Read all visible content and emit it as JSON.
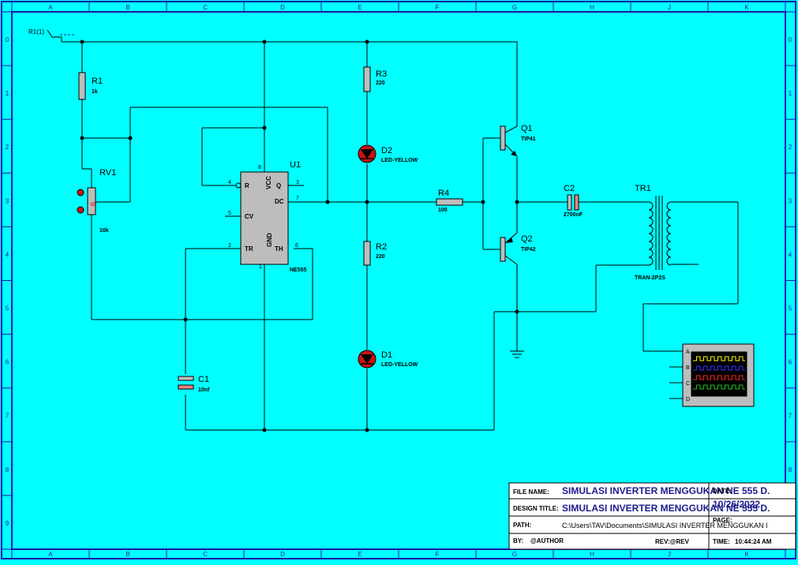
{
  "components": {
    "terminal": {
      "name": "R1(1)"
    },
    "r1": {
      "name": "R1",
      "value": "1k"
    },
    "rv1": {
      "name": "RV1",
      "value": "10k",
      "marker": "6"
    },
    "u1": {
      "name": "U1",
      "part": "NE555",
      "pins": {
        "reset": "R",
        "vcc": "VCC",
        "q": "Q",
        "dc": "DC",
        "cv": "CV",
        "tr": "TR",
        "gnd": "GND",
        "th": "TH"
      },
      "pin_numbers": {
        "reset": "4",
        "vcc": "8",
        "q": "3",
        "dc": "7",
        "cv": "5",
        "tr": "2",
        "gnd": "1",
        "th": "6"
      }
    },
    "r3": {
      "name": "R3",
      "value": "220"
    },
    "d2": {
      "name": "D2",
      "value": "LED-YELLOW"
    },
    "r2": {
      "name": "R2",
      "value": "220"
    },
    "d1": {
      "name": "D1",
      "value": "LED-YELLOW"
    },
    "c1": {
      "name": "C1",
      "value": "10nf"
    },
    "r4": {
      "name": "R4",
      "value": "100"
    },
    "q1": {
      "name": "Q1",
      "value": "TIP41"
    },
    "q2": {
      "name": "Q2",
      "value": "TIP42"
    },
    "c2": {
      "name": "C2",
      "value": "2700nF"
    },
    "tr1": {
      "name": "TR1",
      "value": "TRAN-2P2S"
    },
    "scope": {
      "channels": [
        "A",
        "B",
        "C",
        "D"
      ],
      "trace_colors": [
        "#ffff00",
        "#3030ff",
        "#ff2020",
        "#20c020"
      ]
    }
  },
  "frame": {
    "columns": [
      "A",
      "B",
      "C",
      "D",
      "E",
      "F",
      "G",
      "H",
      "J",
      "K"
    ],
    "rows": [
      "0",
      "1",
      "2",
      "3",
      "4",
      "5",
      "6",
      "7",
      "8",
      "9"
    ]
  },
  "title_block": {
    "file_name_label": "FILE NAME:",
    "file_name": "SIMULASI INVERTER MENGGUKAN NE 555 D.",
    "design_title_label": "DESIGN TITLE:",
    "design_title": "SIMULASI INVERTER MENGGUKAN NE 555 D.",
    "path_label": "PATH:",
    "path": "C:\\Users\\TAV\\Documents\\SIMULASI INVERTER MENGGUKAN I",
    "by_label": "BY:",
    "author": "@AUTHOR",
    "rev": "REV:@REV",
    "date_label": "DATE:",
    "date": "10/26/2022",
    "page_label": "PAGE:",
    "time_label": "TIME:",
    "time": "10:44:24 AM"
  },
  "colors": {
    "background": "#00ffff",
    "border": "#1a1aa8",
    "title_text": "#1c1c8c",
    "led_body": "#cc1111",
    "component_fill": "#bdbdbd"
  }
}
